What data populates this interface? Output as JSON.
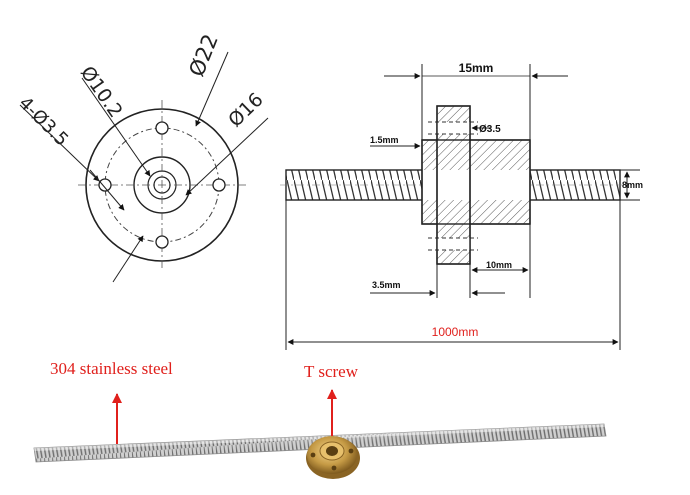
{
  "front_view": {
    "dims": {
      "d22": "Ø22",
      "d10_2": "Ø10.2",
      "d16": "Ø16",
      "holes": "4-Ø3.5"
    }
  },
  "side_view": {
    "dims": {
      "width_15": "15mm",
      "hole_3_5": "Ø3.5",
      "flange_1_5": "1.5mm",
      "rod_8": "8mm",
      "body_10": "10mm",
      "flange_3_5": "3.5mm",
      "length_1000": "1000mm"
    }
  },
  "photo_labels": {
    "material": "304 stainless steel",
    "nut": "T screw"
  },
  "colors": {
    "red": "#e0201c",
    "line": "#222222",
    "hatch": "#555555",
    "rod_light": "#d9d9d9",
    "rod_dark": "#7a7a7a",
    "brass": "#c59a45"
  }
}
